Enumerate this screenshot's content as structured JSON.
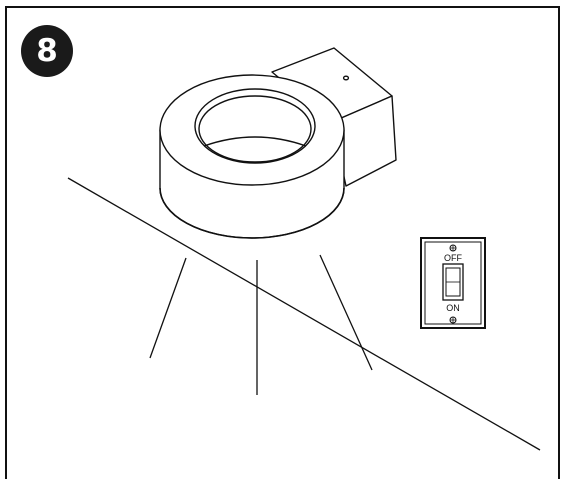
{
  "step": {
    "number": "8"
  },
  "switch_plate": {
    "off_label": "OFF",
    "on_label": "ON"
  },
  "icons": [
    "wall-light-fixture",
    "light-switch",
    "light-beams"
  ],
  "colors": {
    "line": "#111111",
    "badge": "#1a1a1a",
    "background": "#ffffff"
  }
}
